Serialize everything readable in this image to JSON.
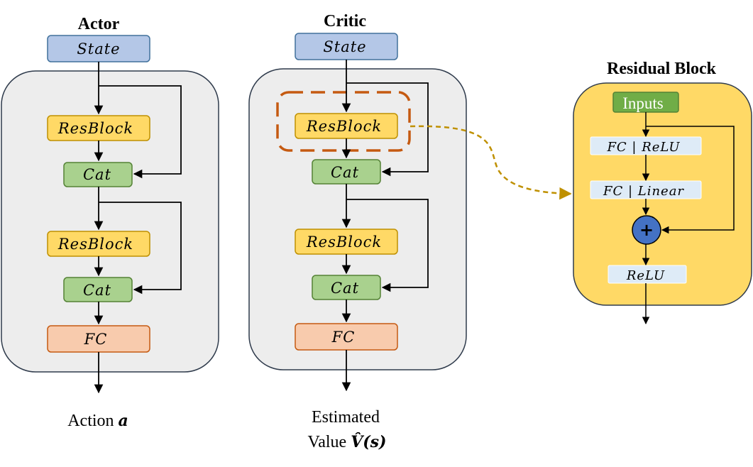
{
  "colors": {
    "state": "#b4c7e7",
    "resblock": "#ffd966",
    "cat": "#a9d18e",
    "fc": "#f8cbad",
    "panel_bg": "#ededed",
    "residual_bg": "#ffd966",
    "inputs": "#70ad47",
    "sub_node": "#deebf7",
    "add_node": "#4472c4",
    "highlight": "#c55a11",
    "link": "#bf9000"
  },
  "actor": {
    "title": "Actor",
    "state": "State",
    "resblock1": "ResBlock",
    "cat1": "Cat",
    "resblock2": "ResBlock",
    "cat2": "Cat",
    "fc": "FC",
    "output_text": "Action",
    "output_symbol": "a"
  },
  "critic": {
    "title": "Critic",
    "state": "State",
    "resblock1": "ResBlock",
    "cat1": "Cat",
    "resblock2": "ResBlock",
    "cat2": "Cat",
    "fc": "FC",
    "output_line1": "Estimated",
    "output_line2": "Value",
    "output_symbol": "V̂(s)"
  },
  "residual": {
    "title": "Residual Block",
    "inputs": "Inputs",
    "fc_relu": "FC | ReLU",
    "fc_linear": "FC | Linear",
    "add_symbol": "+",
    "relu": "ReLU"
  }
}
